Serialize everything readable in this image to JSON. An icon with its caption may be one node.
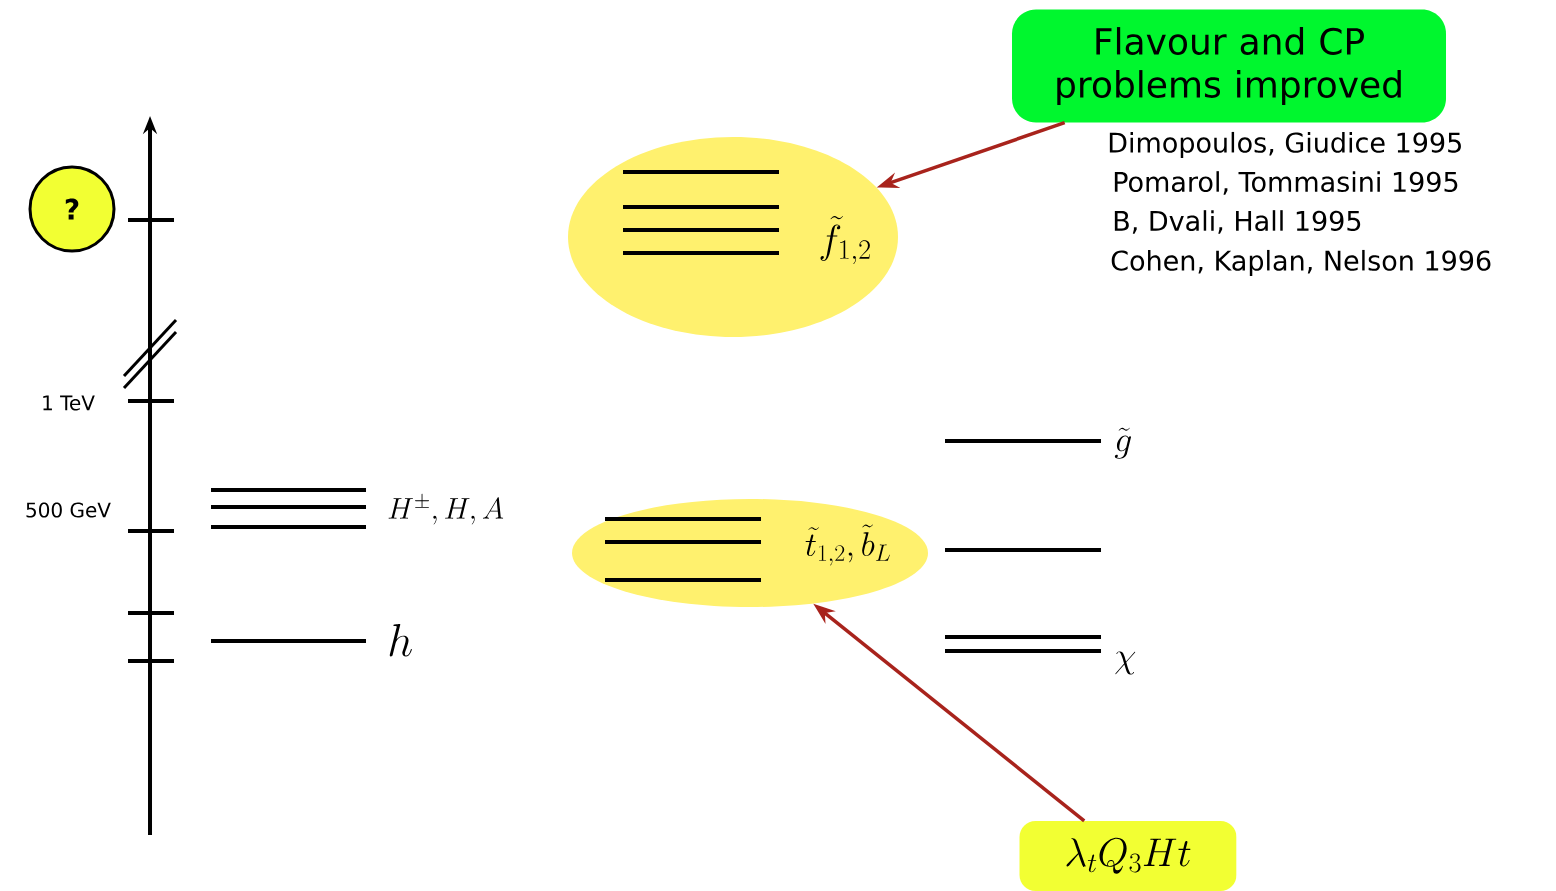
{
  "diagram": {
    "nodes": [
      {
        "text": [
          "Flavour and CP problems improved"
        ]
      },
      {
        "text": [
          "\\tilde{f}_{1,2}"
        ]
      },
      {
        "text": [
          "\\tilde{t}_{1,2}, \\tilde{b}_L"
        ]
      },
      {
        "text": [
          "\\lambda_t Q_3 H t"
        ]
      },
      {
        "text": [
          "?"
        ]
      }
    ],
    "edges": [
      {
        "from": 0,
        "to": 1,
        "arrow": "to"
      },
      {
        "from": 3,
        "to": 2,
        "arrow": "to"
      }
    ],
    "labels": [
      "Dimopoulos, Giudice 1995",
      "Pomarol, Tommasini 1995",
      "B, Dvali, Hall 1995",
      "Cohen, Kaplan, Nelson 1996",
      "1 TeV",
      "500 GeV",
      "H^\\pm, H, A",
      "h",
      "\\tilde{g}",
      "\\chi"
    ]
  }
}
